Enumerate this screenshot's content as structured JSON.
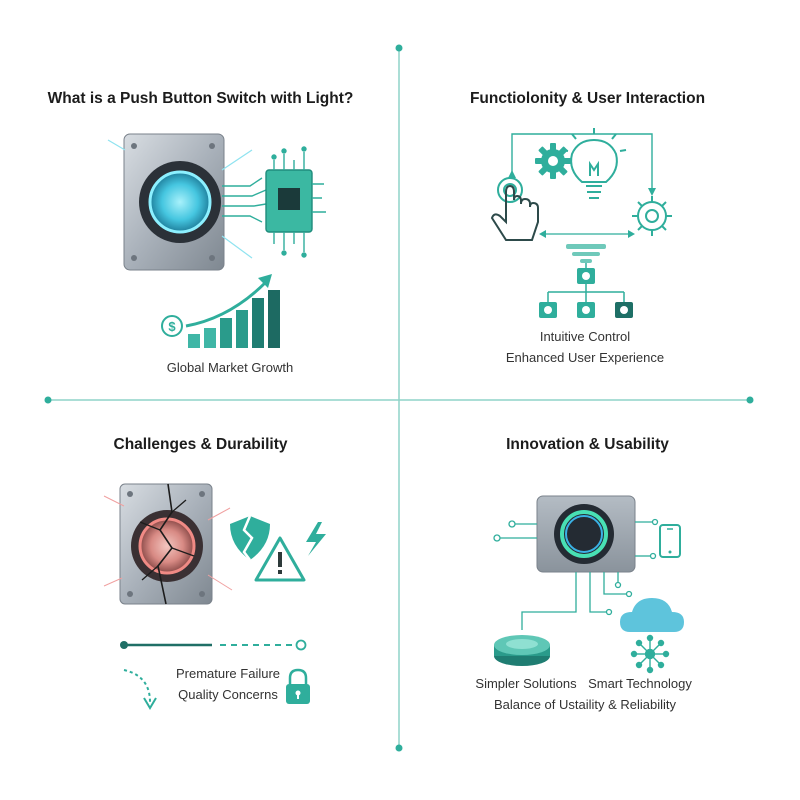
{
  "colors": {
    "teal": "#2fae9c",
    "teal_dark": "#1f8c7c",
    "divider": "#8fd3c9",
    "steel": "#9aa3ad",
    "glow_blue": "#4ad3e6",
    "crack_red": "#e36b6b",
    "cloud_blue": "#5ec4dc"
  },
  "quadrants": {
    "top_left": {
      "title": "What is a Push Button Switch with Light?",
      "caption": "Global Market Growth",
      "icons": [
        "push-button-lit-icon",
        "circuit-chip-icon",
        "dollar-icon",
        "growth-bar-chart-icon"
      ]
    },
    "top_right": {
      "title": "Functiolonity & User Interaction",
      "captions": [
        "Intuitive Control",
        "Enhanced User Experience"
      ],
      "icons": [
        "hand-pointer-icon",
        "gear-icon",
        "lightbulb-icon",
        "hierarchy-icon"
      ]
    },
    "bottom_left": {
      "title": "Challenges & Durability",
      "captions": [
        "Premature Failure",
        "Quality Concerns"
      ],
      "icons": [
        "cracked-button-icon",
        "broken-shield-icon",
        "warning-icon",
        "lightning-icon",
        "lock-icon",
        "curved-arrow-icon"
      ]
    },
    "bottom_right": {
      "title": "Innovation & Usability",
      "captions": [
        "Simpler Solutions",
        "Smart Technology",
        "Balance of Ustaility & Reliability"
      ],
      "icons": [
        "smart-button-icon",
        "phone-icon",
        "cloud-icon",
        "flat-button-icon",
        "network-icon"
      ]
    }
  }
}
